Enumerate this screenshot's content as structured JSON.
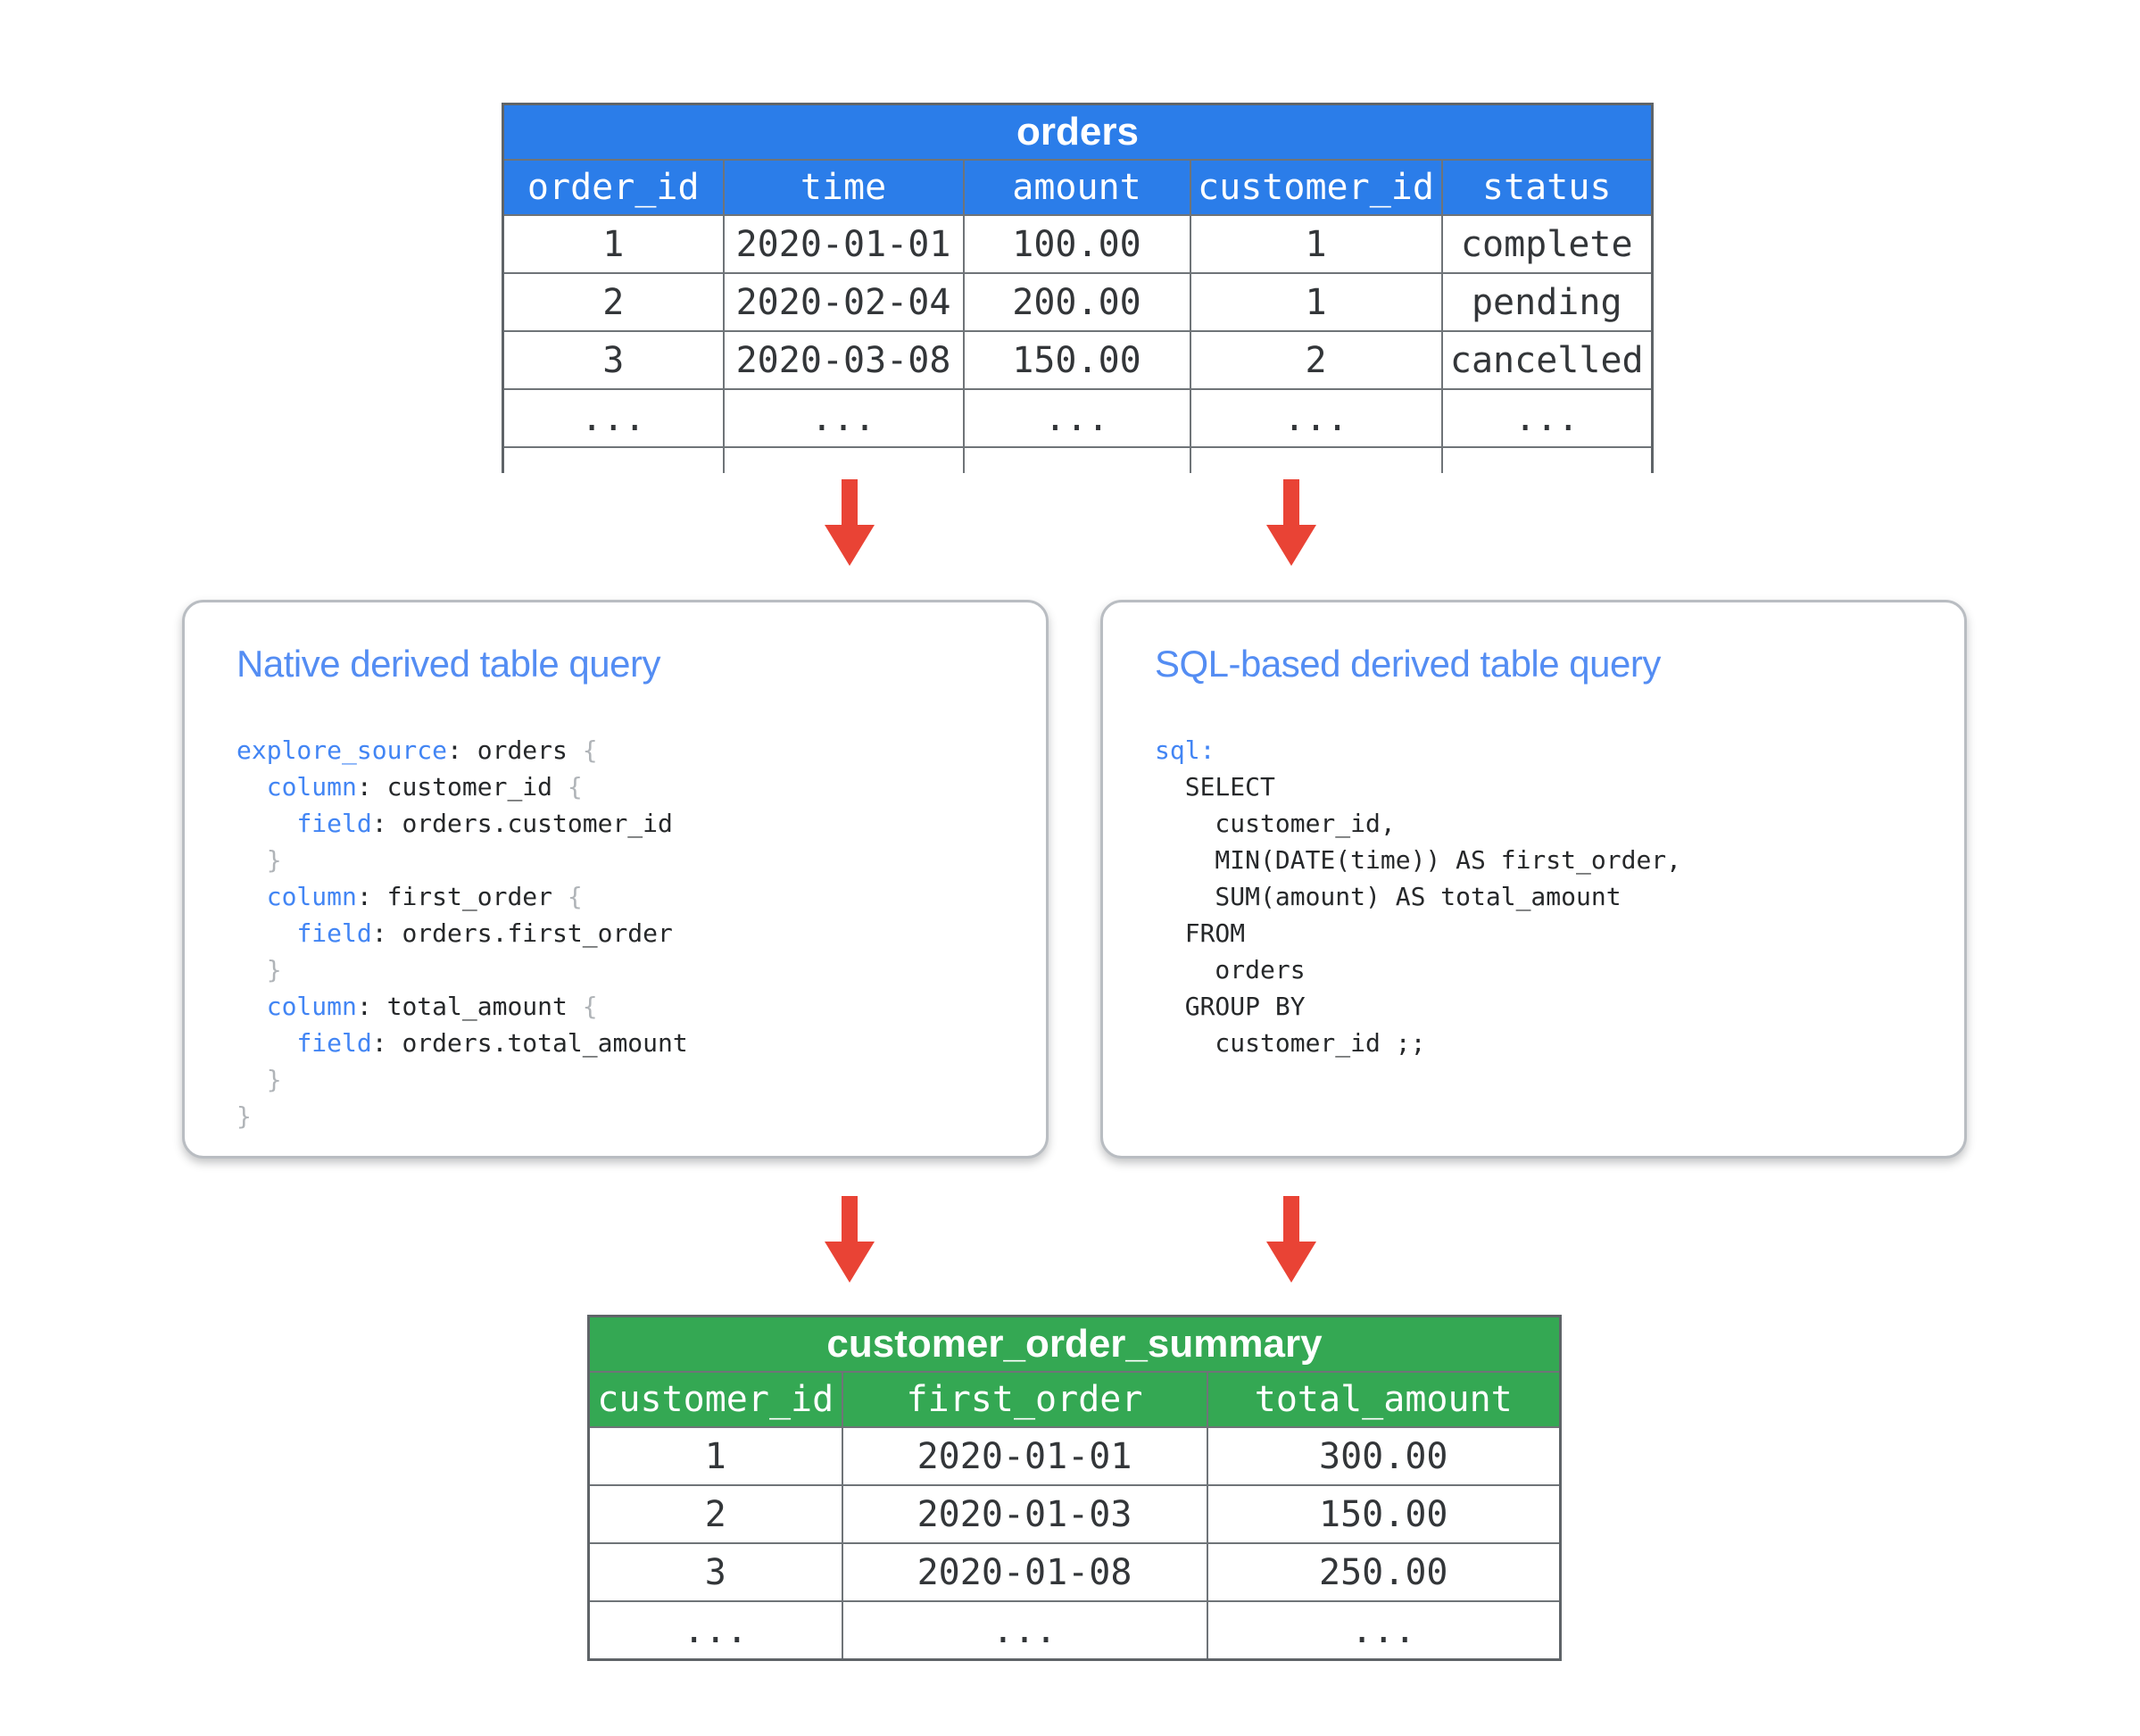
{
  "colors": {
    "blue-header": "#2b7de9",
    "green-header": "#34a853",
    "arrow-red": "#e94335",
    "keyword-blue": "#4285f4",
    "title-blue": "#548df3",
    "brace-gray": "#b0b4b8",
    "table-line": "#6f7478",
    "box-border": "#b9bdc2"
  },
  "orders_table": {
    "title": "orders",
    "columns": [
      "order_id",
      "time",
      "amount",
      "customer_id",
      "status"
    ],
    "rows": [
      [
        "1",
        "2020-01-01",
        "100.00",
        "1",
        "complete"
      ],
      [
        "2",
        "2020-02-04",
        "200.00",
        "1",
        "pending"
      ],
      [
        "3",
        "2020-03-08",
        "150.00",
        "2",
        "cancelled"
      ],
      [
        "...",
        "...",
        "...",
        "...",
        "..."
      ]
    ]
  },
  "native_box": {
    "title": "Native derived table query",
    "code": [
      {
        "k": "explore_source",
        "m": ": orders ",
        "b": "{"
      },
      {
        "i": "  ",
        "k": "column",
        "m": ": customer_id ",
        "b": "{"
      },
      {
        "i": "    ",
        "k": "field",
        "m": ": orders.customer_id"
      },
      {
        "i": "  ",
        "b": "}"
      },
      {
        "i": "  ",
        "k": "column",
        "m": ": first_order ",
        "b": "{"
      },
      {
        "i": "    ",
        "k": "field",
        "m": ": orders.first_order"
      },
      {
        "i": "  ",
        "b": "}"
      },
      {
        "i": "  ",
        "k": "column",
        "m": ": total_amount ",
        "b": "{"
      },
      {
        "i": "    ",
        "k": "field",
        "m": ": orders.total_amount"
      },
      {
        "i": "  ",
        "b": "}"
      },
      {
        "b": "}"
      }
    ]
  },
  "sql_box": {
    "title": "SQL-based derived table query",
    "code": [
      {
        "k": "sql:"
      },
      {
        "t": "  SELECT"
      },
      {
        "t": "    customer_id,"
      },
      {
        "t": "    MIN(DATE(time)) AS first_order,"
      },
      {
        "t": "    SUM(amount) AS total_amount"
      },
      {
        "t": "  FROM"
      },
      {
        "t": "    orders"
      },
      {
        "t": "  GROUP BY"
      },
      {
        "t": "    customer_id ;;"
      }
    ]
  },
  "summary_table": {
    "title": "customer_order_summary",
    "columns": [
      "customer_id",
      "first_order",
      "total_amount"
    ],
    "rows": [
      [
        "1",
        "2020-01-01",
        "300.00"
      ],
      [
        "2",
        "2020-01-03",
        "150.00"
      ],
      [
        "3",
        "2020-01-08",
        "250.00"
      ],
      [
        "...",
        "...",
        "..."
      ]
    ]
  }
}
